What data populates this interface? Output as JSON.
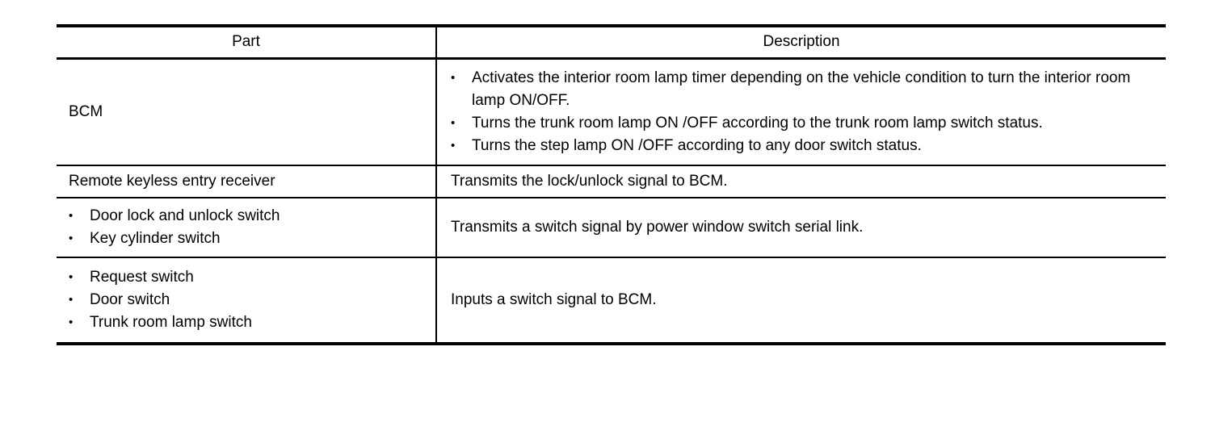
{
  "bullet_char": "•",
  "colors": {
    "border": "#000000",
    "text": "#000000",
    "background": "#ffffff"
  },
  "table": {
    "columns": [
      {
        "label": "Part"
      },
      {
        "label": "Description"
      }
    ],
    "rows": [
      {
        "part": {
          "text": "BCM"
        },
        "description": {
          "items": [
            "Activates the interior room lamp timer depending on the vehicle condition to turn the interior room lamp ON/OFF.",
            "Turns the trunk room lamp ON /OFF according to the trunk room lamp switch status.",
            "Turns the step lamp ON /OFF according to any door switch status."
          ]
        }
      },
      {
        "part": {
          "text": "Remote keyless entry receiver"
        },
        "description": {
          "text": "Transmits the lock/unlock signal to BCM."
        }
      },
      {
        "part": {
          "items": [
            "Door lock and unlock switch",
            "Key cylinder switch"
          ]
        },
        "description": {
          "text": "Transmits a switch signal by power window switch serial link."
        }
      },
      {
        "part": {
          "items": [
            "Request switch",
            "Door switch",
            "Trunk room lamp switch"
          ]
        },
        "description": {
          "text": "Inputs a switch signal to BCM."
        }
      }
    ]
  }
}
